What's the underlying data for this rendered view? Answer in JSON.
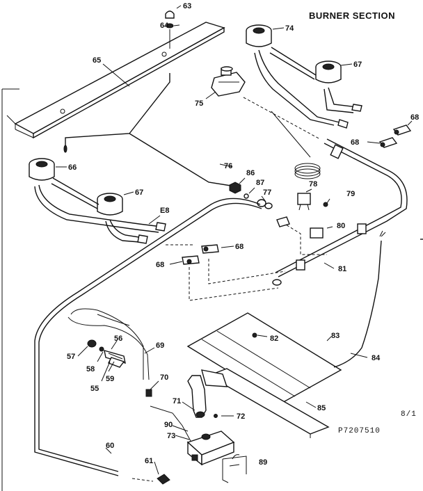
{
  "title": "BURNER SECTION",
  "page_mark": "8/1",
  "drawing_code": "P7207510",
  "callouts": {
    "p63": "63",
    "p64": "64",
    "p65": "65",
    "p66": "66",
    "p67a": "67",
    "p67b": "67",
    "p68a": "68",
    "p68b": "68",
    "p68c": "68",
    "p68d": "68",
    "p74": "74",
    "p75": "75",
    "p76": "76",
    "p77": "77",
    "p78": "78",
    "p79": "79",
    "p80": "80",
    "p81": "81",
    "p82": "82",
    "p83": "83",
    "p84": "84",
    "p85": "85",
    "p86": "86",
    "p87": "87",
    "pE8": "E8",
    "p55": "55",
    "p56": "56",
    "p57": "57",
    "p58": "58",
    "p59": "59",
    "p60": "60",
    "p61": "61",
    "p69": "69",
    "p70": "70",
    "p71": "71",
    "p72": "72",
    "p73": "73",
    "p89": "89",
    "p90": "90"
  }
}
